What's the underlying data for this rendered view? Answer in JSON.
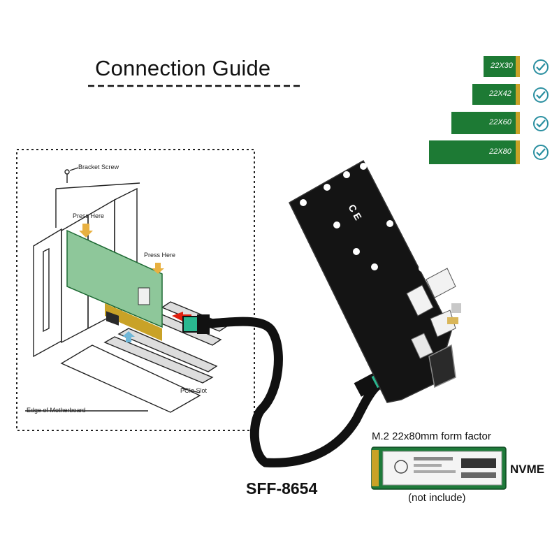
{
  "title": "Connection Guide",
  "connector_label": "SFF-8654",
  "form_factor_label": "M.2 22x80mm form factor",
  "interface_label": "NVME",
  "note_label": "(not include)",
  "diagram_labels": {
    "bracket_screw": "Bracket Screw",
    "press_here_1": "Press Here",
    "press_here_2": "Press Here",
    "pcie_slot": "PCIe Slot",
    "motherboard": "Edge of Motherboard"
  },
  "card_sizes": [
    {
      "label": "22X30",
      "supported": true
    },
    {
      "label": "22X42",
      "supported": true
    },
    {
      "label": "22X60",
      "supported": true
    },
    {
      "label": "22X80",
      "supported": true
    }
  ],
  "colors": {
    "pcb_green": "#1e8a3c",
    "board_black": "#141414",
    "arrow_red": "#e02010",
    "check_teal": "#2a8fa0",
    "card_green": "#7fc28a"
  }
}
